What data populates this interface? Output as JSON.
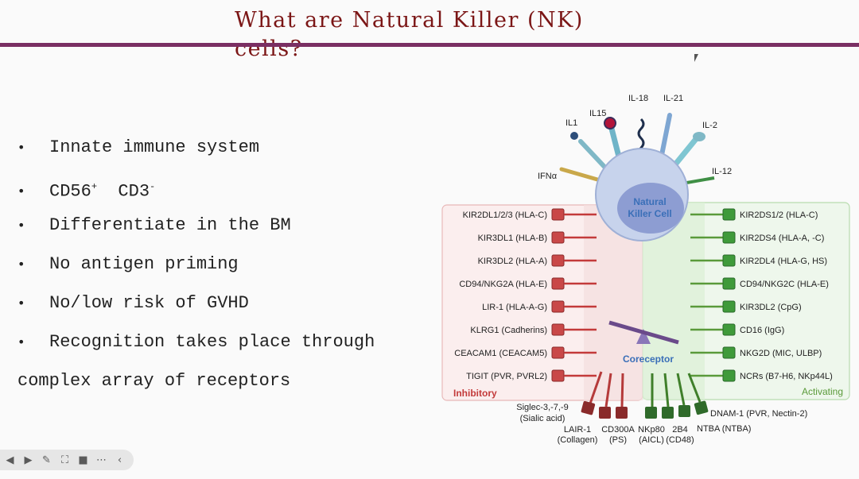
{
  "slide": {
    "title": "What are Natural Killer (NK) cells?",
    "bullets": [
      {
        "text": "Innate immune system"
      },
      {
        "text": "CD56",
        "sup1": "+",
        "text2": "  CD3",
        "sup2": "-"
      },
      {
        "text": "Differentiate in the BM"
      },
      {
        "text": "No antigen priming"
      },
      {
        "text": "No/low risk of GVHD"
      },
      {
        "text": "Recognition takes place through"
      }
    ],
    "bullet_continuation": "complex array of receptors"
  },
  "diagram": {
    "cell_label_1": "Natural",
    "cell_label_2": "Killer Cell",
    "cytokines": [
      "IL1",
      "IL15",
      "IL-18",
      "IL-21",
      "IL-2",
      "IL-12",
      "IFNα"
    ],
    "inhibitory": {
      "label": "Inhibitory",
      "receptors": [
        "KIR2DL1/2/3 (HLA-C)",
        "KIR3DL1 (HLA-B)",
        "KIR3DL2 (HLA-A)",
        "CD94/NKG2A (HLA-E)",
        "LIR-1 (HLA-A-G)",
        "KLRG1 (Cadherins)",
        "CEACAM1 (CEACAM5)",
        "TIGIT (PVR, PVRL2)"
      ]
    },
    "activating": {
      "label": "Activating",
      "receptors": [
        "KIR2DS1/2 (HLA-C)",
        "KIR2DS4 (HLA-A, -C)",
        "KIR2DL4 (HLA-G, HS)",
        "CD94/NKG2C (HLA-E)",
        "KIR3DL2 (CpG)",
        "CD16 (IgG)",
        "NKG2D (MIC, ULBP)",
        "NCRs (B7-H6, NKp44L)"
      ]
    },
    "coreceptor": "Coreceptor",
    "bottom": {
      "siglec_1": "Siglec-3,-7,-9",
      "siglec_2": "(Sialic acid)",
      "lair_1": "LAIR-1",
      "lair_2": "(Collagen)",
      "cd300_1": "CD300A",
      "cd300_2": "(PS)",
      "nkp80_1": "NKp80",
      "nkp80_2": "(AICL)",
      "b4_1": "2B4",
      "b4_2": "(CD48)",
      "dnam": "DNAM-1 (PVR, Nectin-2)",
      "ntba": "NTBA (NTBA)"
    },
    "colors": {
      "inhibitory": "#c33a3a",
      "activating": "#4f9a3a",
      "cell": "#b9c8e6",
      "nucleus": "#8e9fd6",
      "title": "#7b1616"
    }
  },
  "toolbar": {
    "icons": [
      "prev-icon",
      "play-icon",
      "pen-icon",
      "screenshot-icon",
      "camera-icon",
      "more-icon",
      "collapse-icon"
    ]
  }
}
